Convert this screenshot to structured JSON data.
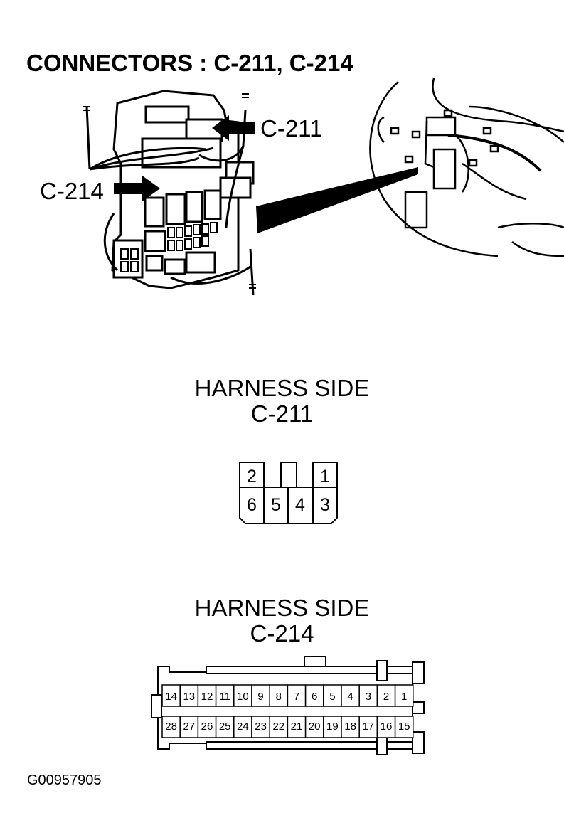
{
  "title": "CONNECTORS : C-211, C-214",
  "illustration": {
    "callouts": [
      "C-211",
      "C-214"
    ]
  },
  "c211": {
    "heading": "HARNESS SIDE",
    "name": "C-211",
    "pins_top": [
      "2",
      "",
      "1"
    ],
    "pins_bottom": [
      "6",
      "5",
      "4",
      "3"
    ]
  },
  "c214": {
    "heading": "HARNESS SIDE",
    "name": "C-214",
    "pins_top": [
      "14",
      "13",
      "12",
      "11",
      "10",
      "9",
      "8",
      "7",
      "6",
      "5",
      "4",
      "3",
      "2",
      "1"
    ],
    "pins_bottom": [
      "28",
      "27",
      "26",
      "25",
      "24",
      "23",
      "22",
      "21",
      "20",
      "19",
      "18",
      "17",
      "16",
      "15"
    ]
  },
  "figure_code": "G00957905"
}
